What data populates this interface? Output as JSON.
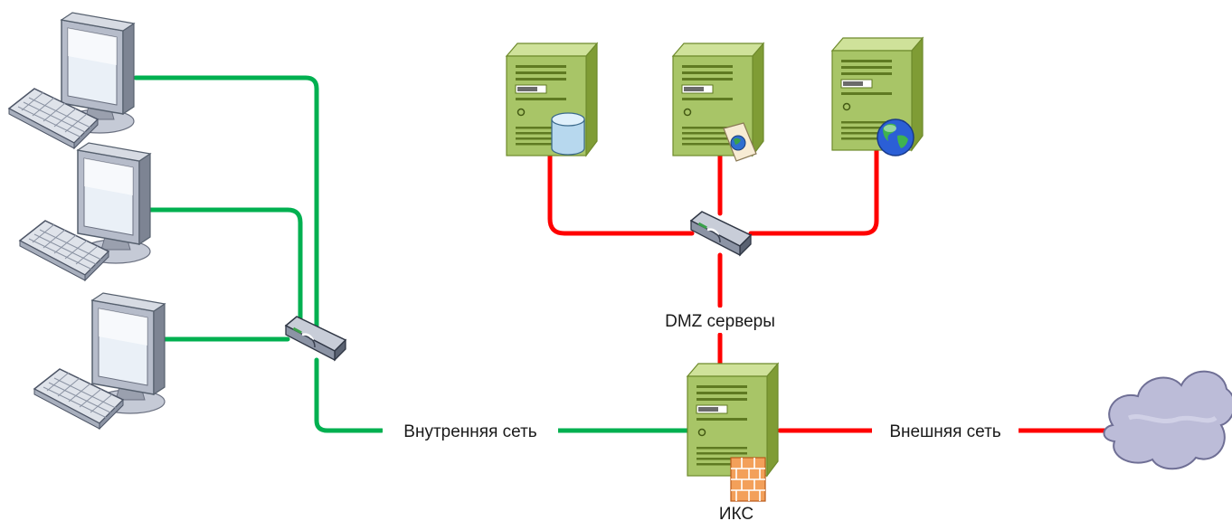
{
  "diagram": {
    "labels": {
      "internal_network": "Внутренняя сеть",
      "external_network": "Внешняя сеть",
      "dmz_servers": "DMZ серверы",
      "gateway": "ИКС"
    },
    "colors": {
      "internal_link": "#00b050",
      "dmz_link": "#ff0000",
      "external_link": "#ff0000",
      "server_body": "#a8c567",
      "cloud": "#bcbcd8"
    },
    "icons": [
      "desktop-computer-icon",
      "keyboard-icon",
      "network-switch-icon",
      "database-server-icon",
      "web-document-server-icon",
      "internet-server-icon",
      "firewall-gateway-server-icon",
      "cloud-icon"
    ]
  }
}
